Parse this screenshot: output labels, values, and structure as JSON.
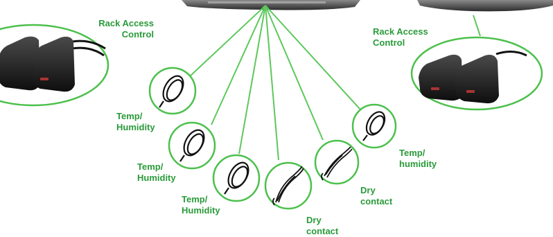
{
  "labels": {
    "rack_access_left": "Rack Access\nControl",
    "rack_access_right": "Rack Access\nControl",
    "sensor_1": "Temp/\nHumidity",
    "sensor_2": "Temp/\nHumidity",
    "sensor_3": "Temp/\nHumidity",
    "sensor_4": "Dry\ncontact",
    "sensor_5": "Dry\ncontact",
    "sensor_6": "Temp/\nhumidity"
  },
  "colors": {
    "connector_line": "#5cc85c",
    "circle_stroke": "#4cc04c",
    "label_text": "#2a9a3a",
    "device_body": "#1e1e1e",
    "cable": "#111111"
  },
  "icons": {
    "hub": "monitoring-appliance-icon",
    "rack_access": "card-reader-icon",
    "temp_humidity": "sensor-cable-icon",
    "dry_contact": "dry-contact-cable-icon"
  }
}
